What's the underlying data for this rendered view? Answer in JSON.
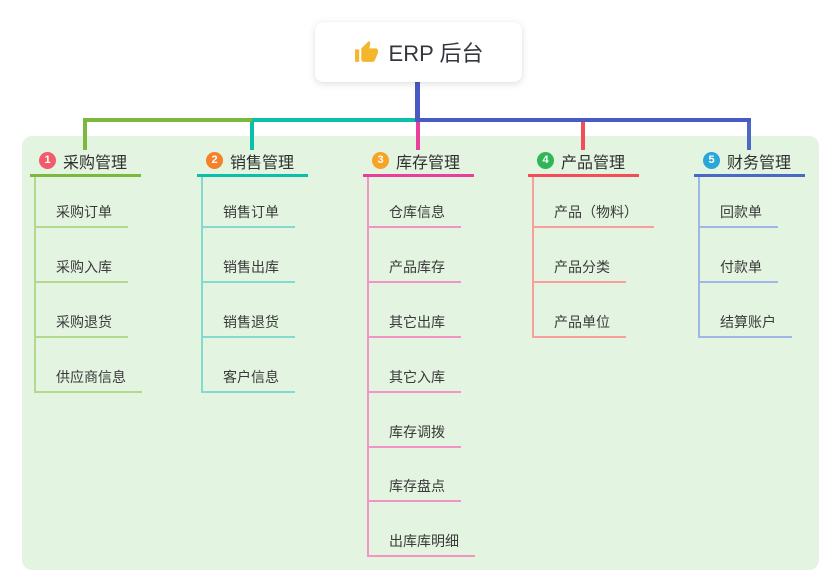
{
  "root": {
    "label": "ERP 后台",
    "icon": "thumbs-up"
  },
  "colors": {
    "page_bg": "#ffffff",
    "panel_bg": "#e3f5e0",
    "root_connector": "#4a5ac4",
    "text": "#333333"
  },
  "branches": [
    {
      "badge_number": "1",
      "label": "采购管理",
      "line_color": "#7db83e",
      "child_line_color": "#b5d98c",
      "badge_color": "#f15b6c",
      "children": [
        "采购订单",
        "采购入库",
        "采购退货",
        "供应商信息"
      ]
    },
    {
      "badge_number": "2",
      "label": "销售管理",
      "line_color": "#0cbfa9",
      "child_line_color": "#86dacd",
      "badge_color": "#f5812b",
      "children": [
        "销售订单",
        "销售出库",
        "销售退货",
        "客户信息"
      ]
    },
    {
      "badge_number": "3",
      "label": "库存管理",
      "line_color": "#ea3e9d",
      "child_line_color": "#f494c4",
      "badge_color": "#f7a425",
      "children": [
        "仓库信息",
        "产品库存",
        "其它出库",
        "其它入库",
        "库存调拨",
        "库存盘点",
        "出库库明细"
      ]
    },
    {
      "badge_number": "4",
      "label": "产品管理",
      "line_color": "#f34e57",
      "child_line_color": "#f89f9b",
      "badge_color": "#2fb757",
      "children": [
        "产品（物料）",
        "产品分类",
        "产品单位"
      ]
    },
    {
      "badge_number": "5",
      "label": "财务管理",
      "line_color": "#4a68c6",
      "child_line_color": "#9fb7e6",
      "badge_color": "#29a7d9",
      "children": [
        "回款单",
        "付款单",
        "结算账户"
      ]
    }
  ]
}
